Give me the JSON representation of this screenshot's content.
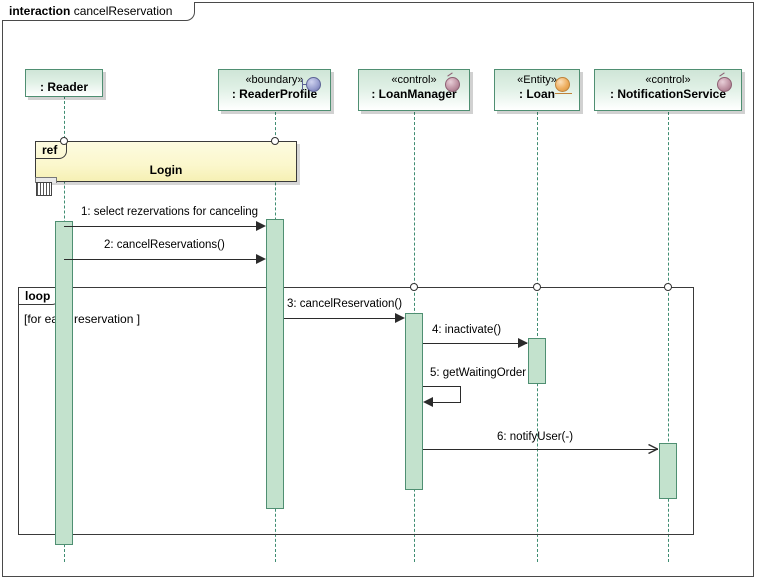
{
  "diagram": {
    "frame_keyword": "interaction",
    "frame_name": "cancelReservation",
    "type": "uml-sequence-diagram"
  },
  "lifelines": [
    {
      "id": "reader",
      "stereotype": "",
      "name": ": Reader",
      "glyph": ""
    },
    {
      "id": "readerprofile",
      "stereotype": "«boundary»",
      "name": ": ReaderProfile",
      "glyph": "boundary-icon"
    },
    {
      "id": "loanmanager",
      "stereotype": "«control»",
      "name": ": LoanManager",
      "glyph": "control-icon"
    },
    {
      "id": "loan",
      "stereotype": "«Entity»",
      "name": ": Loan",
      "glyph": "entity-icon"
    },
    {
      "id": "notificationservice",
      "stereotype": "«control»",
      "name": ": NotificationService",
      "glyph": "control-icon"
    }
  ],
  "fragments": [
    {
      "id": "ref-login",
      "operator": "ref",
      "title": "Login",
      "guard": ""
    },
    {
      "id": "loop-reservations",
      "operator": "loop",
      "title": "",
      "guard": "[for each reservation ]"
    }
  ],
  "messages": [
    {
      "seq": "1",
      "label": "1: select rezervations for canceling",
      "from": "reader",
      "to": "readerprofile",
      "arrow": "filled"
    },
    {
      "seq": "2",
      "label": "2: cancelReservations()",
      "from": "reader",
      "to": "readerprofile",
      "arrow": "filled"
    },
    {
      "seq": "3",
      "label": "3: cancelReservation()",
      "from": "readerprofile",
      "to": "loanmanager",
      "arrow": "filled"
    },
    {
      "seq": "4",
      "label": "4: inactivate()",
      "from": "loanmanager",
      "to": "loan",
      "arrow": "filled"
    },
    {
      "seq": "5",
      "label": "5: getWaitingOrder",
      "from": "loanmanager",
      "to": "loanmanager",
      "arrow": "filled-self"
    },
    {
      "seq": "6",
      "label": "6: notifyUser(-)",
      "from": "loanmanager",
      "to": "notificationservice",
      "arrow": "open"
    }
  ],
  "colors": {
    "lifeline_fill": "#cfe5d7",
    "lifeline_border": "#4f8f72",
    "activation_fill": "#c3e2cd",
    "ref_fill": "#fbf7cc",
    "line": "#2b2b2b",
    "lifeline_dash": "#3f8d72"
  }
}
